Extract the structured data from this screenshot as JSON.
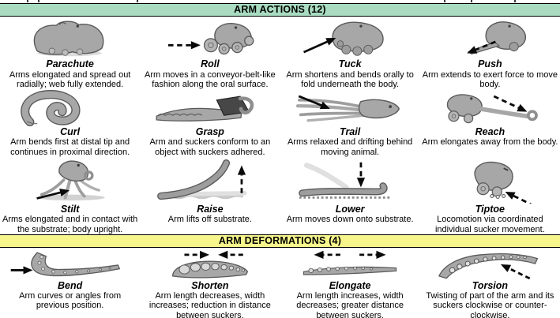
{
  "figure": {
    "colors": {
      "actions_band": "#a9dcc1",
      "deformations_band": "#f7f68c",
      "illustration_gray": "#a7a7a7",
      "arrow_black": "#0a0a0a"
    },
    "sections": [
      {
        "title": "ARM ACTIONS (12)",
        "items": [
          {
            "label": "Parachute",
            "caption": "Arms elongated and spread out radially; web fully extended.",
            "icon": "parachute-octopus",
            "arrow": "none"
          },
          {
            "label": "Roll",
            "caption": "Arm moves in a conveyor-belt-like fashion along the oral surface.",
            "icon": "roll-octopus",
            "arrow": "dashed-right"
          },
          {
            "label": "Tuck",
            "caption": "Arm shortens and bends orally to fold underneath the body.",
            "icon": "tuck-octopus",
            "arrow": "solid-up-right"
          },
          {
            "label": "Push",
            "caption": "Arm extends to exert force to move body.",
            "icon": "push-octopus",
            "arrow": "dashed-down-left"
          },
          {
            "label": "Curl",
            "caption": "Arm bends first at distal tip and continues in proximal direction.",
            "icon": "curl-arm",
            "arrow": "none"
          },
          {
            "label": "Grasp",
            "caption": "Arm and suckers conform to an object with suckers adhered.",
            "icon": "grasp-arm-object",
            "arrow": "none"
          },
          {
            "label": "Trail",
            "caption": "Arms relaxed and drifting behind moving animal.",
            "icon": "trail-octopus",
            "arrow": "solid-down-right"
          },
          {
            "label": "Reach",
            "caption": "Arm elongates away from the body.",
            "icon": "reach-octopus",
            "arrow": "dashed-down-right"
          },
          {
            "label": "Stilt",
            "caption": "Arms elongated and in contact with the substrate; body upright.",
            "icon": "stilt-octopus",
            "arrow": "solid-up-right"
          },
          {
            "label": "Raise",
            "caption": "Arm lifts off substrate.",
            "icon": "raise-arm",
            "arrow": "dashed-up"
          },
          {
            "label": "Lower",
            "caption": "Arm moves down onto substrate.",
            "icon": "lower-arm",
            "arrow": "dashed-down"
          },
          {
            "label": "Tiptoe",
            "caption": "Locomotion via coordinated individual sucker movement.",
            "icon": "tiptoe-octopus",
            "arrow": "dashed-up-left"
          }
        ]
      },
      {
        "title": "ARM DEFORMATIONS (4)",
        "items": [
          {
            "label": "Bend",
            "caption": "Arm curves or angles from previous position.",
            "icon": "bend-arm",
            "arrow": "solid-right"
          },
          {
            "label": "Shorten",
            "caption": "Arm length decreases, width increases; reduction in distance between suckers.",
            "icon": "shorten-arm",
            "arrow": "dashed-converging"
          },
          {
            "label": "Elongate",
            "caption": "Arm length increases, width decreases; greater distance between suckers.",
            "icon": "elongate-arm",
            "arrow": "dashed-diverging"
          },
          {
            "label": "Torsion",
            "caption": "Twisting of part of the arm and its suckers clockwise or counter-clockwise.",
            "icon": "torsion-arm",
            "arrow": "dashed-up-left"
          }
        ]
      }
    ]
  }
}
